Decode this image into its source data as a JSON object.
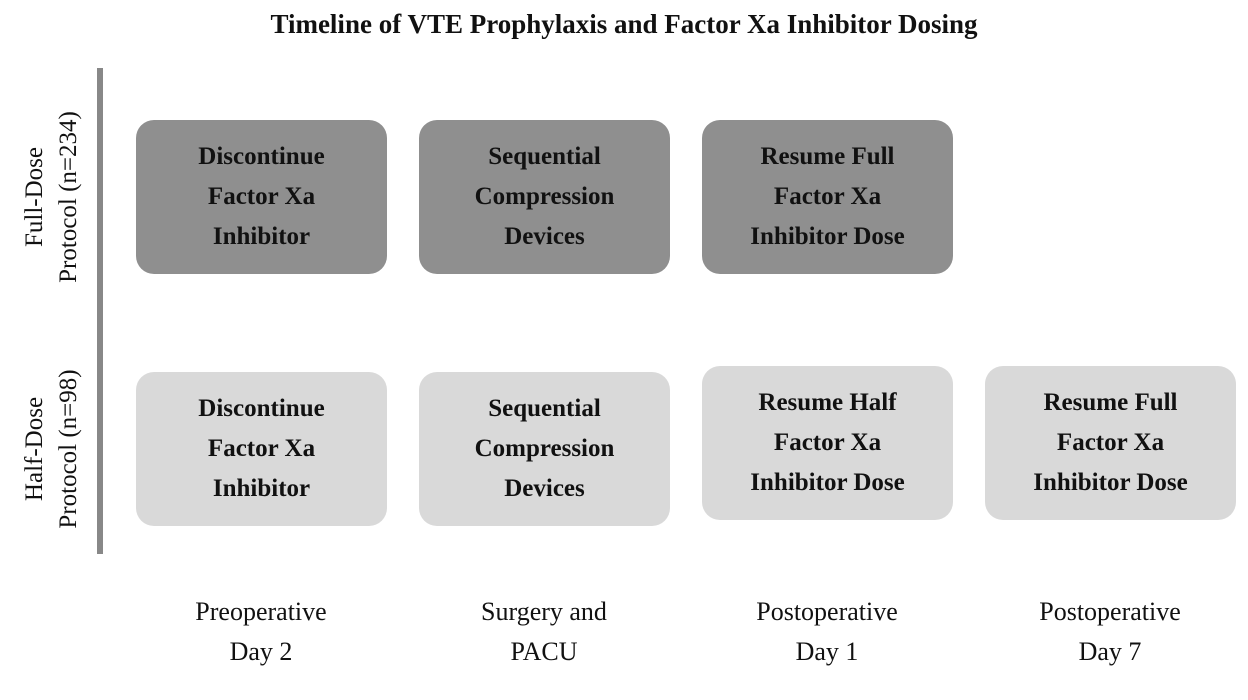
{
  "title": "Timeline of VTE Prophylaxis and Factor Xa Inhibitor Dosing",
  "rows": [
    {
      "label_lines": [
        "Full-Dose",
        "Protocol (n=234)"
      ],
      "color": "#8f8f8f",
      "boxes": [
        {
          "lines": [
            "Discontinue",
            "Factor Xa",
            "Inhibitor"
          ]
        },
        {
          "lines": [
            "Sequential",
            "Compression",
            "Devices"
          ]
        },
        {
          "lines": [
            "Resume Full",
            "Factor Xa",
            "Inhibitor Dose"
          ]
        }
      ]
    },
    {
      "label_lines": [
        "Half-Dose",
        "Protocol (n=98)"
      ],
      "color": "#d9d9d9",
      "boxes": [
        {
          "lines": [
            "Discontinue",
            "Factor Xa",
            "Inhibitor"
          ]
        },
        {
          "lines": [
            "Sequential",
            "Compression",
            "Devices"
          ]
        },
        {
          "lines": [
            "Resume Half",
            "Factor Xa",
            "Inhibitor Dose"
          ]
        },
        {
          "lines": [
            "Resume Full",
            "Factor Xa",
            "Inhibitor Dose"
          ]
        }
      ]
    }
  ],
  "timepoints": [
    {
      "lines": [
        "Preoperative",
        "Day 2"
      ]
    },
    {
      "lines": [
        "Surgery and",
        "PACU"
      ]
    },
    {
      "lines": [
        "Postoperative",
        "Day 1"
      ]
    },
    {
      "lines": [
        "Postoperative",
        "Day 7"
      ]
    }
  ]
}
